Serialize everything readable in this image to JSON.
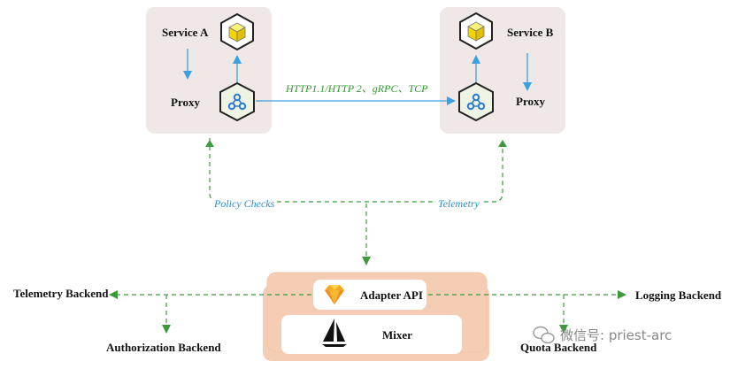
{
  "service_a": {
    "title": "Service A",
    "proxy": "Proxy"
  },
  "service_b": {
    "title": "Service B",
    "proxy": "Proxy"
  },
  "protocols": "HTTP1.1/HTTP 2、gRPC、TCP",
  "policy_checks": "Policy Checks",
  "telemetry": "Telemetry",
  "mixer": {
    "adapter_api": "Adapter API",
    "mixer_label": "Mixer"
  },
  "backends": {
    "telemetry": "Telemetry Backend",
    "authorization": "Authorization Backend",
    "logging": "Logging Backend",
    "quota": "Quota Backend"
  },
  "watermark": "微信号: priest-arc",
  "colors": {
    "pod_bg": "#f0e8e6",
    "mixer_bg": "#f5cdb5",
    "arrow_blue": "#3aa0e0",
    "arrow_green": "#3c9a3c",
    "proto_text": "#2e9a2e",
    "italic_blue": "#2a8fd0"
  },
  "icons": [
    "service-cube-icon",
    "envoy-proxy-icon",
    "sketch-diamond-icon",
    "sailboat-icon",
    "wechat-icon"
  ]
}
